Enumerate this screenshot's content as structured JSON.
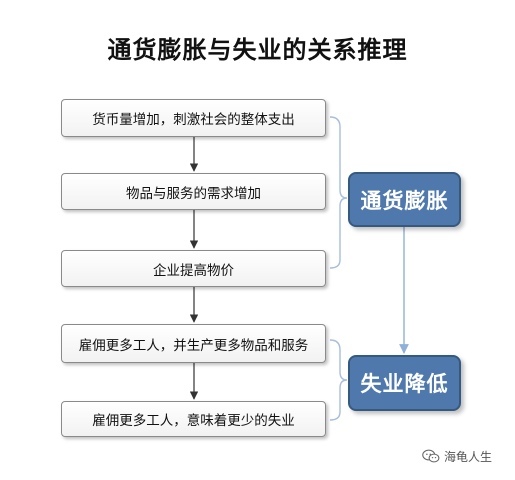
{
  "title": "通货膨胀与失业的关系推理",
  "steps": [
    "货币量增加，刺激社会的整体支出",
    "物品与服务的需求增加",
    "企业提高物价",
    "雇佣更多工人，并生产更多物品和服务",
    "雇佣更多工人，意味着更少的失业"
  ],
  "callouts": {
    "inflation": "通货膨胀",
    "unemployment": "失业降低"
  },
  "colors": {
    "callout_fill": "#4f79ad",
    "callout_border": "#36597f",
    "bracket": "#a8bedc",
    "arrow": "#333333"
  },
  "watermark": {
    "icon": "wechat-icon",
    "text": "海龟人生"
  }
}
